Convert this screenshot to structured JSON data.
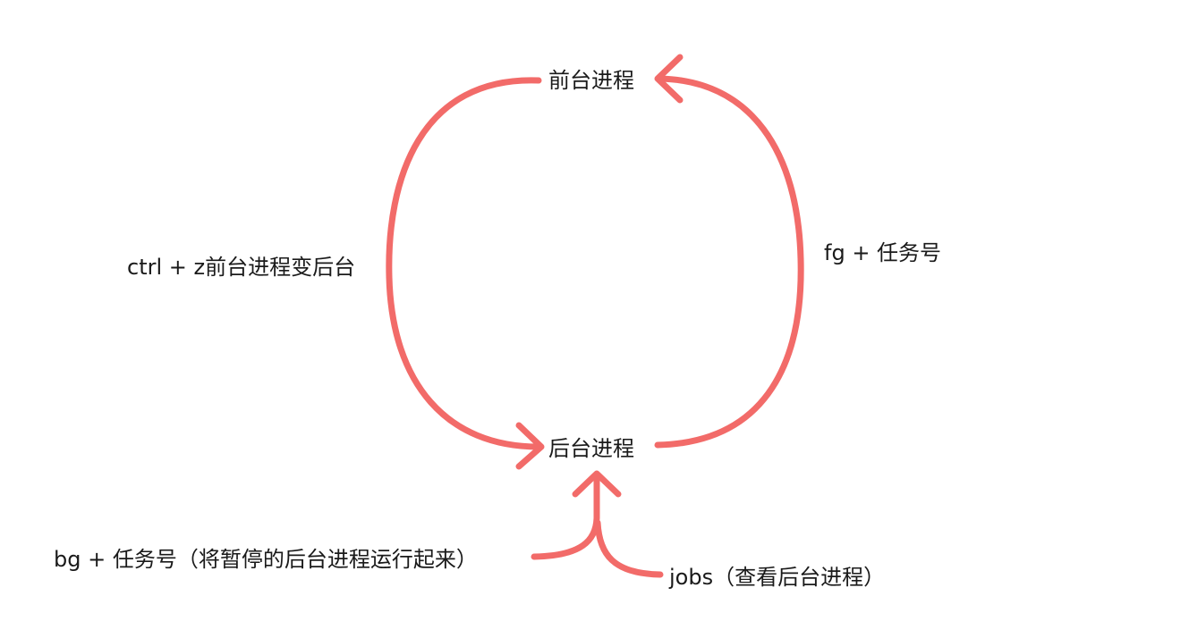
{
  "nodes": {
    "foreground": "前台进程",
    "background": "后台进程"
  },
  "edges": {
    "ctrl_z": "ctrl + z前台进程变后台",
    "fg": "fg + 任务号",
    "bg": "bg + 任务号（将暂停的后台进程运行起来）",
    "jobs": "jobs（查看后台进程）"
  },
  "colors": {
    "arrow": "#f26b69",
    "text": "#1a1a1a",
    "background": "#ffffff"
  }
}
